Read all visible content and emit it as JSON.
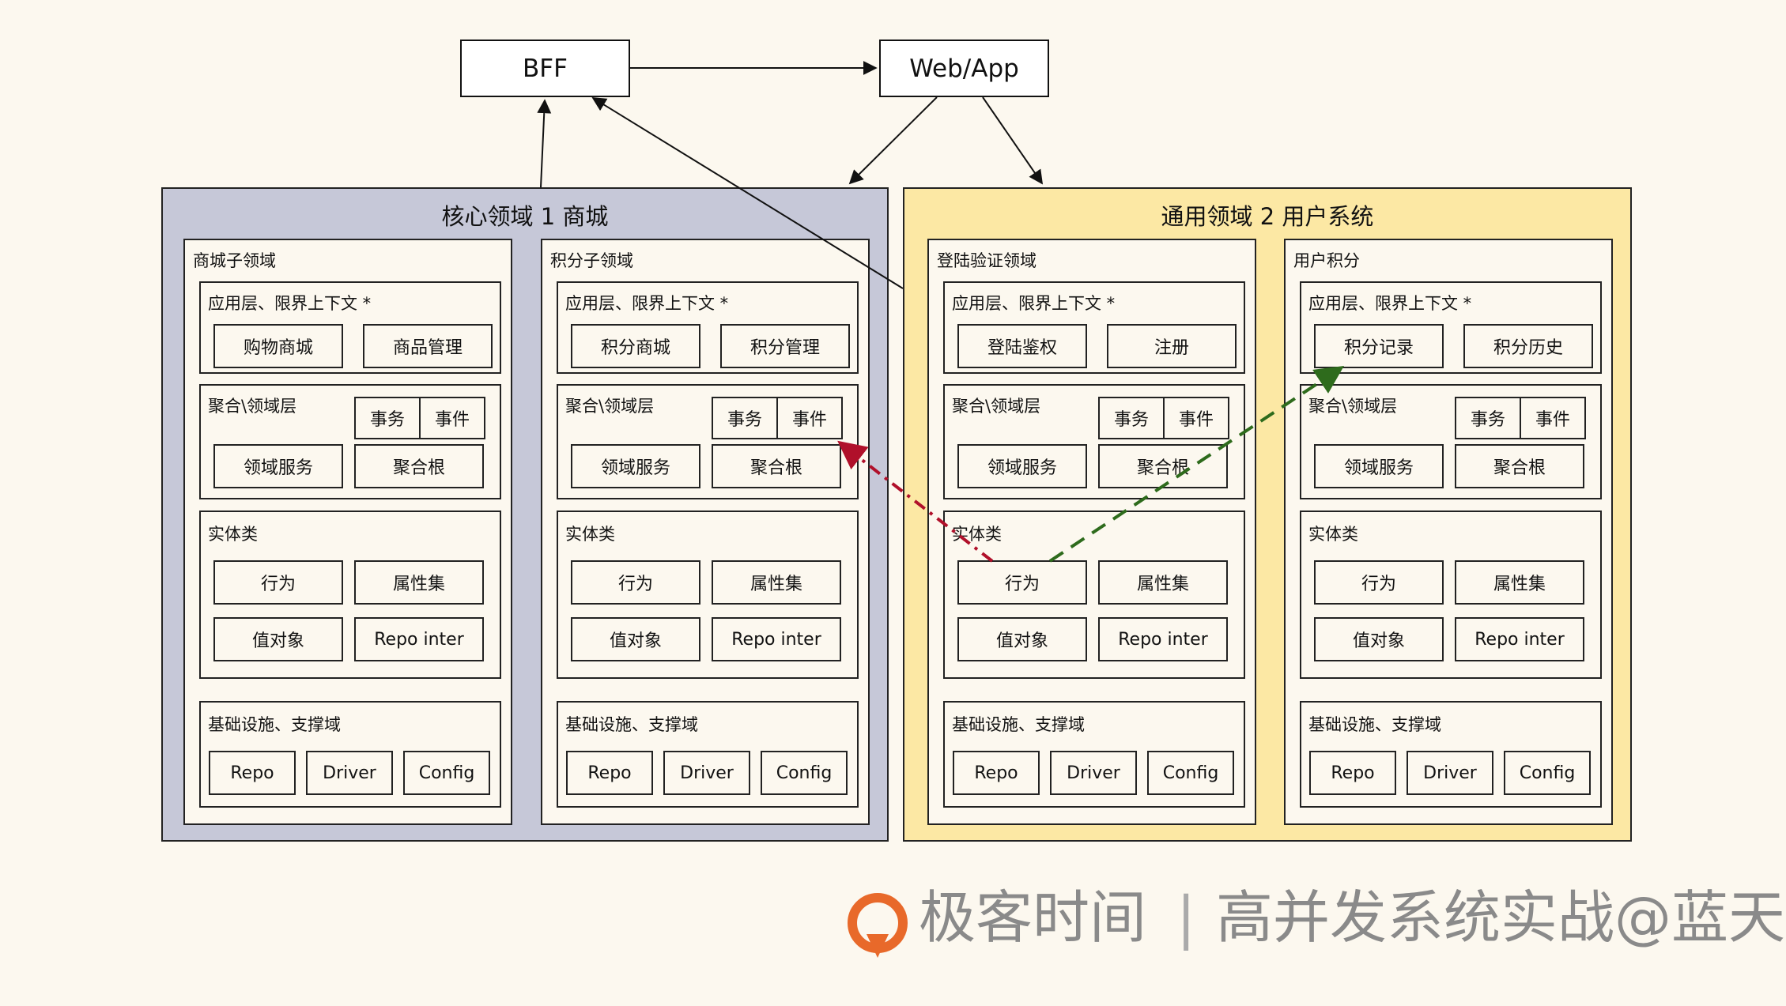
{
  "top": {
    "bff": "BFF",
    "webapp": "Web/App"
  },
  "domains": [
    {
      "title": "核心领域 1 商城",
      "bg": "#c6c8d8",
      "subdomains": [
        {
          "title": "商城子领域",
          "app_title": "应用层、限界上下文 *",
          "app_items": [
            "购物商城",
            "商品管理"
          ],
          "agg_title": "聚合\\领域层",
          "agg_small": [
            "事务",
            "事件"
          ],
          "agg_items": [
            "领域服务",
            "聚合根"
          ],
          "entity_title": "实体类",
          "entity_items": [
            "行为",
            "属性集",
            "值对象",
            "Repo inter"
          ],
          "infra_title": "基础设施、支撑域",
          "infra_items": [
            "Repo",
            "Driver",
            "Config"
          ]
        },
        {
          "title": "积分子领域",
          "app_title": "应用层、限界上下文 *",
          "app_items": [
            "积分商城",
            "积分管理"
          ],
          "agg_title": "聚合\\领域层",
          "agg_small": [
            "事务",
            "事件"
          ],
          "agg_items": [
            "领域服务",
            "聚合根"
          ],
          "entity_title": "实体类",
          "entity_items": [
            "行为",
            "属性集",
            "值对象",
            "Repo inter"
          ],
          "infra_title": "基础设施、支撑域",
          "infra_items": [
            "Repo",
            "Driver",
            "Config"
          ]
        }
      ]
    },
    {
      "title": "通用领域 2 用户系统",
      "bg": "#fce8a4",
      "subdomains": [
        {
          "title": "登陆验证领域",
          "app_title": "应用层、限界上下文 *",
          "app_items": [
            "登陆鉴权",
            "注册"
          ],
          "agg_title": "聚合\\领域层",
          "agg_small": [
            "事务",
            "事件"
          ],
          "agg_items": [
            "领域服务",
            "聚合根"
          ],
          "entity_title": "实体类",
          "entity_items": [
            "行为",
            "属性集",
            "值对象",
            "Repo inter"
          ],
          "infra_title": "基础设施、支撑域",
          "infra_items": [
            "Repo",
            "Driver",
            "Config"
          ]
        },
        {
          "title": "用户积分",
          "app_title": "应用层、限界上下文 *",
          "app_items": [
            "积分记录",
            "积分历史"
          ],
          "agg_title": "聚合\\领域层",
          "agg_small": [
            "事务",
            "事件"
          ],
          "agg_items": [
            "领域服务",
            "聚合根"
          ],
          "entity_title": "实体类",
          "entity_items": [
            "行为",
            "属性集",
            "值对象",
            "Repo inter"
          ],
          "infra_title": "基础设施、支撑域",
          "infra_items": [
            "Repo",
            "Driver",
            "Config"
          ]
        }
      ]
    }
  ],
  "colors": {
    "red_arrow": "#b0102a",
    "green_arrow": "#2e6b1c",
    "brand_orange": "#e8692a"
  },
  "watermark": {
    "brand": "极客时间",
    "separator": "|",
    "course": "高并发系统实战@蓝天"
  }
}
